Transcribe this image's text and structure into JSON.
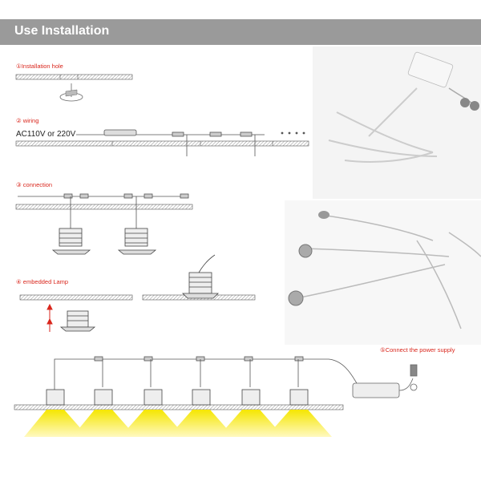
{
  "header": {
    "title": "Use Installation"
  },
  "steps": [
    {
      "label": "①Installation hole"
    },
    {
      "label": "② wiring",
      "voltage_text": "AC110V or 220V"
    },
    {
      "label": "③ connection"
    },
    {
      "label": "④ embedded Lamp"
    },
    {
      "label": "⑤Connect the power supply"
    }
  ],
  "colors": {
    "header_bg": "#9a9a9a",
    "label_red": "#d9261c",
    "light_yellow": "#f5e600"
  }
}
